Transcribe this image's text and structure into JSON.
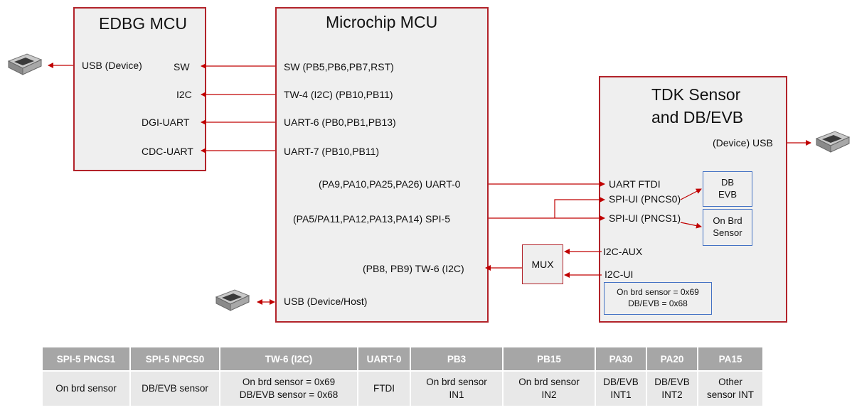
{
  "edbg": {
    "title": "EDBG MCU",
    "usb": "USB (Device)",
    "sw": "SW",
    "i2c": "I2C",
    "dgi": "DGI-UART",
    "cdc": "CDC-UART"
  },
  "mcu": {
    "title": "Microchip MCU",
    "sw": "SW (PB5,PB6,PB7,RST)",
    "tw4": "TW-4 (I2C) (PB10,PB11)",
    "uart6": "UART-6 (PB0,PB1,PB13)",
    "uart7": "UART-7 (PB10,PB11)",
    "uart0": "(PA9,PA10,PA25,PA26) UART-0",
    "spi5": "(PA5/PA11,PA12,PA13,PA14) SPI-5",
    "tw6": "(PB8, PB9) TW-6 (I2C)",
    "usb": "USB (Device/Host)"
  },
  "tdk": {
    "title_line1": "TDK Sensor",
    "title_line2": "and DB/EVB",
    "usb": "(Device) USB",
    "uart_ftdi": "UART FTDI",
    "spi_ui0": "SPI-UI (PNCS0)",
    "spi_ui1": "SPI-UI (PNCS1)",
    "i2c_aux": "I2C-AUX",
    "i2c_ui": "I2C-UI",
    "db_evb_l1": "DB",
    "db_evb_l2": "EVB",
    "onbrd_l1": "On Brd",
    "onbrd_l2": "Sensor",
    "addr_l1": "On brd sensor = 0x69",
    "addr_l2": "DB/EVB = 0x68"
  },
  "mux": {
    "label": "MUX"
  },
  "icons": [
    "usb-connector-icon"
  ],
  "colors": {
    "block_border": "#b2232a",
    "arrow": "#c00000",
    "subbox_border": "#4472c4",
    "table_header": "#a6a6a6"
  },
  "pin_table": {
    "headers": [
      "SPI-5 PNCS1",
      "SPI-5 NPCS0",
      "TW-6 (I2C)",
      "UART-0",
      "PB3",
      "PB15",
      "PA30",
      "PA20",
      "PA15"
    ],
    "cells": [
      [
        "On brd sensor"
      ],
      [
        "DB/EVB sensor"
      ],
      [
        "On brd sensor = 0x69",
        "DB/EVB sensor = 0x68"
      ],
      [
        "FTDI"
      ],
      [
        "On brd sensor",
        "IN1"
      ],
      [
        "On brd sensor",
        "IN2"
      ],
      [
        "DB/EVB",
        "INT1"
      ],
      [
        "DB/EVB",
        "INT2"
      ],
      [
        "Other",
        "sensor INT"
      ]
    ]
  }
}
